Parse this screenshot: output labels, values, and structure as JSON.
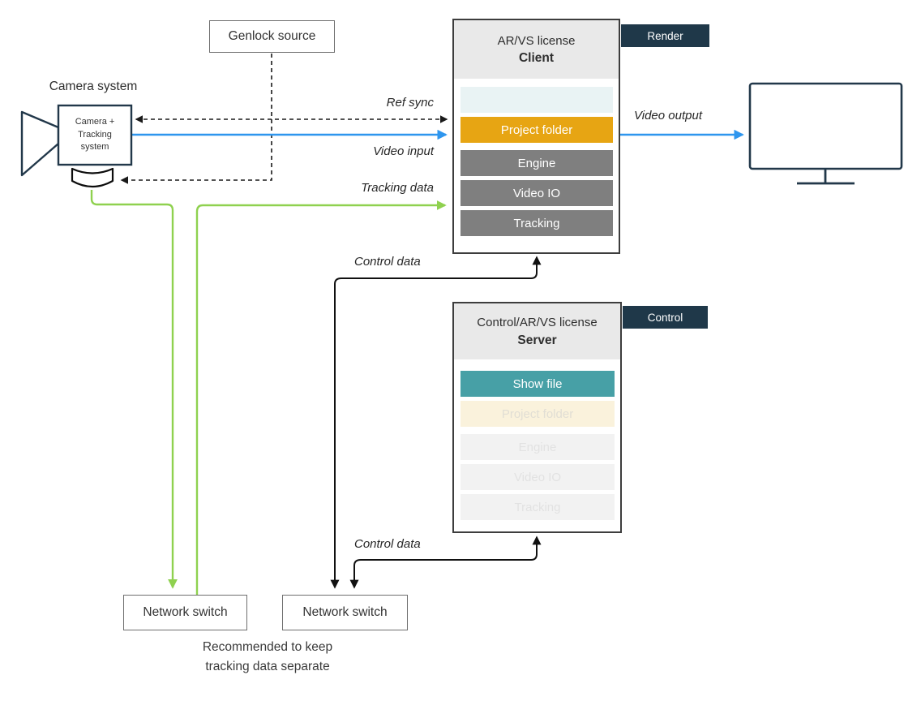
{
  "nodes": {
    "camera": {
      "title": "Camera system",
      "device_label": "Camera +\nTracking\nsystem"
    },
    "genlock": {
      "label": "Genlock source"
    },
    "client": {
      "license": "AR/VS license",
      "role": "Client",
      "tag": "Render",
      "rows": [
        {
          "label": ""
        },
        {
          "label": "Project folder"
        },
        {
          "label": "Engine"
        },
        {
          "label": "Video IO"
        },
        {
          "label": "Tracking"
        }
      ]
    },
    "server": {
      "license": "Control/AR/VS license",
      "role": "Server",
      "tag": "Control",
      "rows": [
        {
          "label": "Show file"
        },
        {
          "label": "Project folder"
        },
        {
          "label": "Engine"
        },
        {
          "label": "Video IO"
        },
        {
          "label": "Tracking"
        }
      ]
    },
    "network_switch_left": {
      "label": "Network switch"
    },
    "network_switch_right": {
      "label": "Network switch"
    },
    "note": "Recommended to keep\ntracking data separate"
  },
  "edges": {
    "ref_sync": "Ref sync",
    "video_input": "Video input",
    "tracking_data": "Tracking data",
    "video_output": "Video output",
    "control_data_client": "Control data",
    "control_data_server": "Control data"
  },
  "colors": {
    "video_blue": "#2e96ee",
    "tracking_green": "#8fd14f",
    "control_black": "#111111",
    "sync_dash": "#1a1a1a",
    "device_navy": "#22384a",
    "tag_navy": "#1f3849",
    "project_orange": "#e7a513",
    "showfile_teal": "#47a0a6",
    "module_gray": "#7f7f7f"
  }
}
